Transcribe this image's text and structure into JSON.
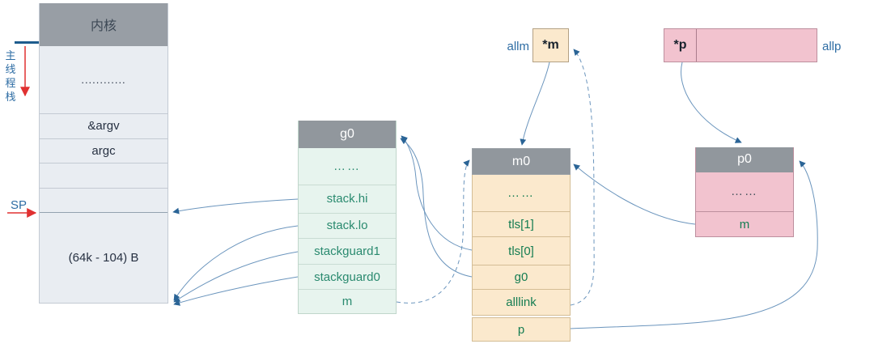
{
  "kernel_stack": {
    "title": "内核",
    "rows": [
      "............",
      "&argv",
      "argc",
      "",
      "",
      "(64k - 104) B"
    ]
  },
  "side_labels": {
    "main_thread_stack": "主线程栈",
    "sp": "SP"
  },
  "g0": {
    "title": "g0",
    "fields": [
      "……",
      "stack.hi",
      "stack.lo",
      "stackguard1",
      "stackguard0",
      "m"
    ]
  },
  "m0": {
    "title": "m0",
    "fields": [
      "……",
      "tls[1]",
      "tls[0]",
      "g0",
      "alllink",
      "p"
    ]
  },
  "p0": {
    "title": "p0",
    "fields": [
      "……",
      "m"
    ]
  },
  "pointers": {
    "allm_label": "allm",
    "m_box": "*m",
    "p_box": "*p",
    "allp_label": "allp"
  },
  "colors": {
    "header_gray": "#91979d",
    "stack_fill": "#e9edf2",
    "g0_fill": "#e7f4ee",
    "m0_fill": "#fbe9cd",
    "p0_fill": "#f2c3cf",
    "field_text_green": "#157d52",
    "g0_text_teal": "#2a8a6f",
    "label_blue": "#2e6da4",
    "arrow_blue": "#6b95bd",
    "arrowhead_blue": "#2a6496",
    "arrow_red": "#e03131"
  }
}
